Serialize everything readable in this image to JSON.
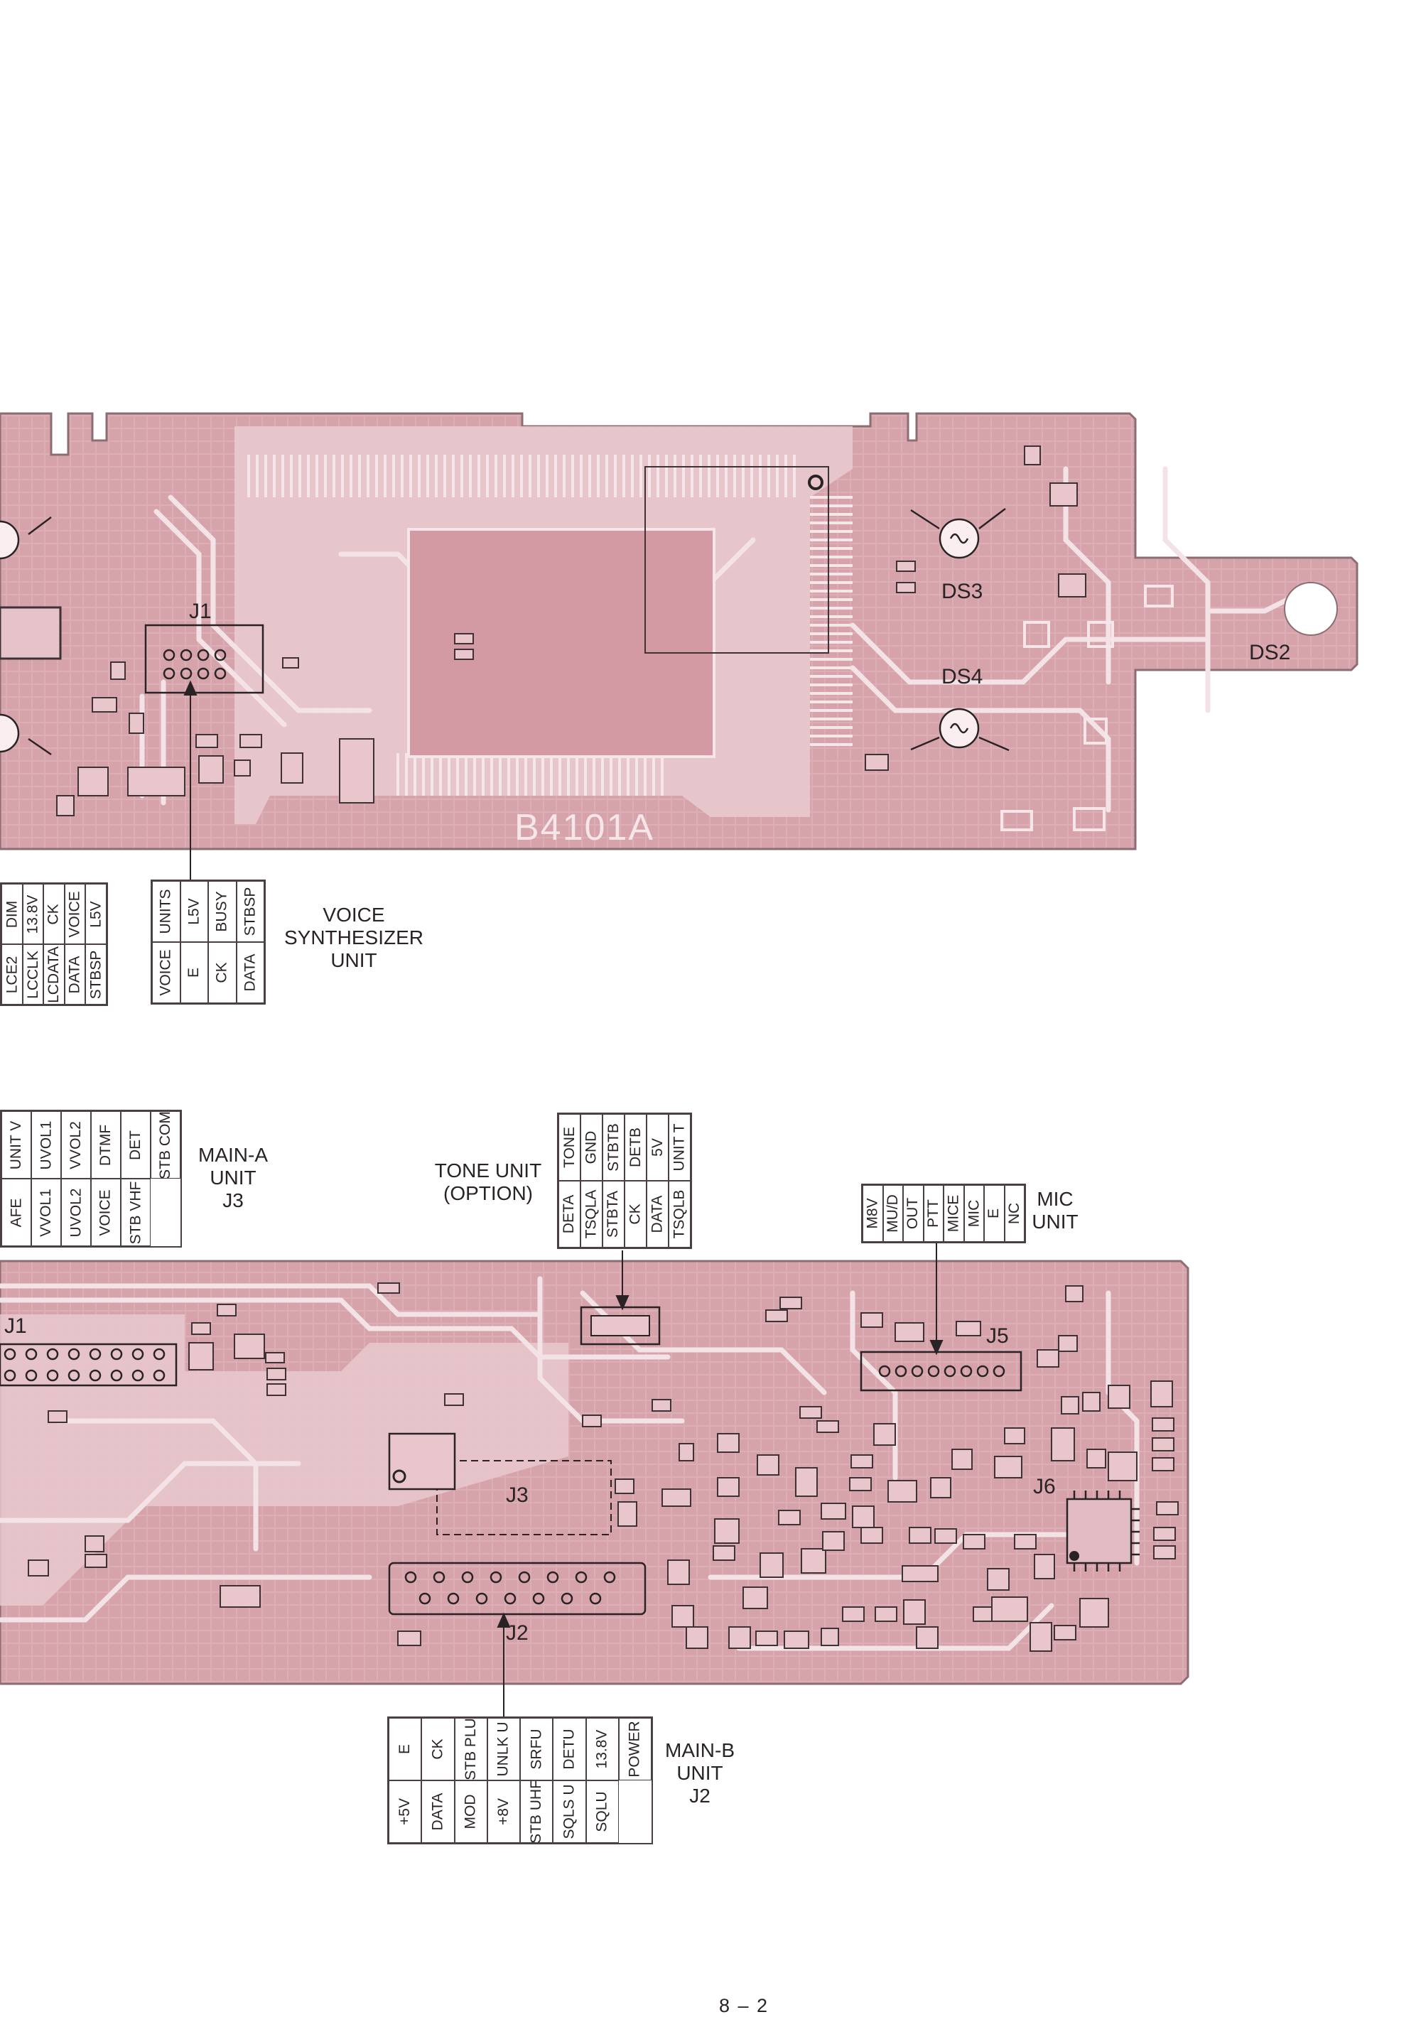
{
  "colors": {
    "board": "#d6a3ab",
    "board_light": "#ecd3d7",
    "trace": "#f3e1e4",
    "ink": "#2a2326"
  },
  "top_board": {
    "part_number": "B4101A",
    "refs": {
      "j1": "J1",
      "ds2": "DS2",
      "ds3": "DS3",
      "ds4": "DS4"
    }
  },
  "bottom_board": {
    "refs": {
      "j1": "J1",
      "j2": "J2",
      "j3": "J3",
      "j5": "J5",
      "j6": "J6"
    }
  },
  "labels": {
    "voice_synth": "VOICE\nSYNTHESIZER\nUNIT",
    "main_a": "MAIN-A\nUNIT\nJ3",
    "tone_unit": "TONE UNIT\n(OPTION)",
    "mic_unit": "MIC\nUNIT",
    "main_b": "MAIN-B\nUNIT\nJ2"
  },
  "pin_tables": {
    "top_left_partial": {
      "rows": [
        [
          "DIM",
          "13.8V",
          "CK",
          "VOICE",
          "L5V"
        ],
        [
          "LCE2",
          "LCCLK",
          "LCDATA",
          "DATA",
          "STBSP"
        ]
      ]
    },
    "voice_synth": {
      "rows": [
        [
          "UNITS",
          "L5V",
          "BUSY",
          "STBSP"
        ],
        [
          "VOICE",
          "E",
          "CK",
          "DATA"
        ]
      ]
    },
    "main_a": {
      "rows": [
        [
          "UNIT V",
          "UVOL1",
          "VVOL2",
          "DTMF",
          "DET",
          "STB COM"
        ],
        [
          "AFE",
          "VVOL1",
          "UVOL2",
          "VOICE",
          "STB VHF"
        ]
      ]
    },
    "tone_unit": {
      "rows": [
        [
          "TONE",
          "GND",
          "STBTB",
          "DETB",
          "5V",
          "UNIT T"
        ],
        [
          "DETA",
          "TSQLA",
          "STBTA",
          "CK",
          "DATA",
          "TSQLB"
        ]
      ]
    },
    "mic_unit": {
      "rows": [
        [
          "M8V",
          "MU/D",
          "OUT",
          "PTT",
          "MICE",
          "MIC",
          "E",
          "NC"
        ]
      ]
    },
    "main_b": {
      "rows": [
        [
          "E",
          "CK",
          "STB PLU",
          "UNLK U",
          "SRFU",
          "DETU",
          "13.8V",
          "POWER"
        ],
        [
          "+5V",
          "DATA",
          "MOD",
          "+8V",
          "STB UHF",
          "SQLS U",
          "SQLU"
        ]
      ]
    }
  },
  "page_number": "8 – 2"
}
